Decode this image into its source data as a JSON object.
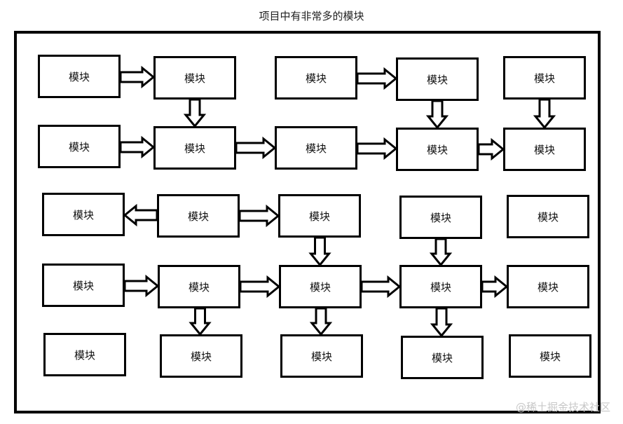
{
  "title": "项目中有非常多的模块",
  "module_label": "模块",
  "watermark": "@稀土掘金技术社区",
  "colors": {
    "border": "#000000",
    "arrow_fill": "#ffffff",
    "watermark": "#c8c8c8"
  },
  "modules": [
    {
      "id": "r1c1",
      "row": 1,
      "col": 1
    },
    {
      "id": "r1c2",
      "row": 1,
      "col": 2
    },
    {
      "id": "r1c3",
      "row": 1,
      "col": 3
    },
    {
      "id": "r1c4",
      "row": 1,
      "col": 4
    },
    {
      "id": "r1c5",
      "row": 1,
      "col": 5
    },
    {
      "id": "r2c1",
      "row": 2,
      "col": 1
    },
    {
      "id": "r2c2",
      "row": 2,
      "col": 2
    },
    {
      "id": "r2c3",
      "row": 2,
      "col": 3
    },
    {
      "id": "r2c4",
      "row": 2,
      "col": 4
    },
    {
      "id": "r2c5",
      "row": 2,
      "col": 5
    },
    {
      "id": "r3c1",
      "row": 3,
      "col": 1
    },
    {
      "id": "r3c2",
      "row": 3,
      "col": 2
    },
    {
      "id": "r3c3",
      "row": 3,
      "col": 3
    },
    {
      "id": "r3c4",
      "row": 3,
      "col": 4
    },
    {
      "id": "r3c5",
      "row": 3,
      "col": 5
    },
    {
      "id": "r4c1",
      "row": 4,
      "col": 1
    },
    {
      "id": "r4c2",
      "row": 4,
      "col": 2
    },
    {
      "id": "r4c3",
      "row": 4,
      "col": 3
    },
    {
      "id": "r4c4",
      "row": 4,
      "col": 4
    },
    {
      "id": "r4c5",
      "row": 4,
      "col": 5
    },
    {
      "id": "r5c1",
      "row": 5,
      "col": 1
    },
    {
      "id": "r5c2",
      "row": 5,
      "col": 2
    },
    {
      "id": "r5c3",
      "row": 5,
      "col": 3
    },
    {
      "id": "r5c4",
      "row": 5,
      "col": 4
    },
    {
      "id": "r5c5",
      "row": 5,
      "col": 5
    }
  ],
  "edges": [
    {
      "from": "r1c1",
      "to": "r1c2"
    },
    {
      "from": "r1c3",
      "to": "r1c4"
    },
    {
      "from": "r1c2",
      "to": "r2c2"
    },
    {
      "from": "r1c4",
      "to": "r2c4"
    },
    {
      "from": "r1c5",
      "to": "r2c5"
    },
    {
      "from": "r2c1",
      "to": "r2c2"
    },
    {
      "from": "r2c2",
      "to": "r2c3"
    },
    {
      "from": "r2c3",
      "to": "r2c4"
    },
    {
      "from": "r2c4",
      "to": "r2c5"
    },
    {
      "from": "r3c2",
      "to": "r3c1"
    },
    {
      "from": "r3c2",
      "to": "r3c3"
    },
    {
      "from": "r3c3",
      "to": "r4c3"
    },
    {
      "from": "r3c4",
      "to": "r4c4"
    },
    {
      "from": "r4c1",
      "to": "r4c2"
    },
    {
      "from": "r4c2",
      "to": "r4c3"
    },
    {
      "from": "r4c3",
      "to": "r4c4"
    },
    {
      "from": "r4c4",
      "to": "r4c5"
    },
    {
      "from": "r4c2",
      "to": "r5c2"
    },
    {
      "from": "r4c3",
      "to": "r5c3"
    },
    {
      "from": "r4c4",
      "to": "r5c4"
    }
  ]
}
